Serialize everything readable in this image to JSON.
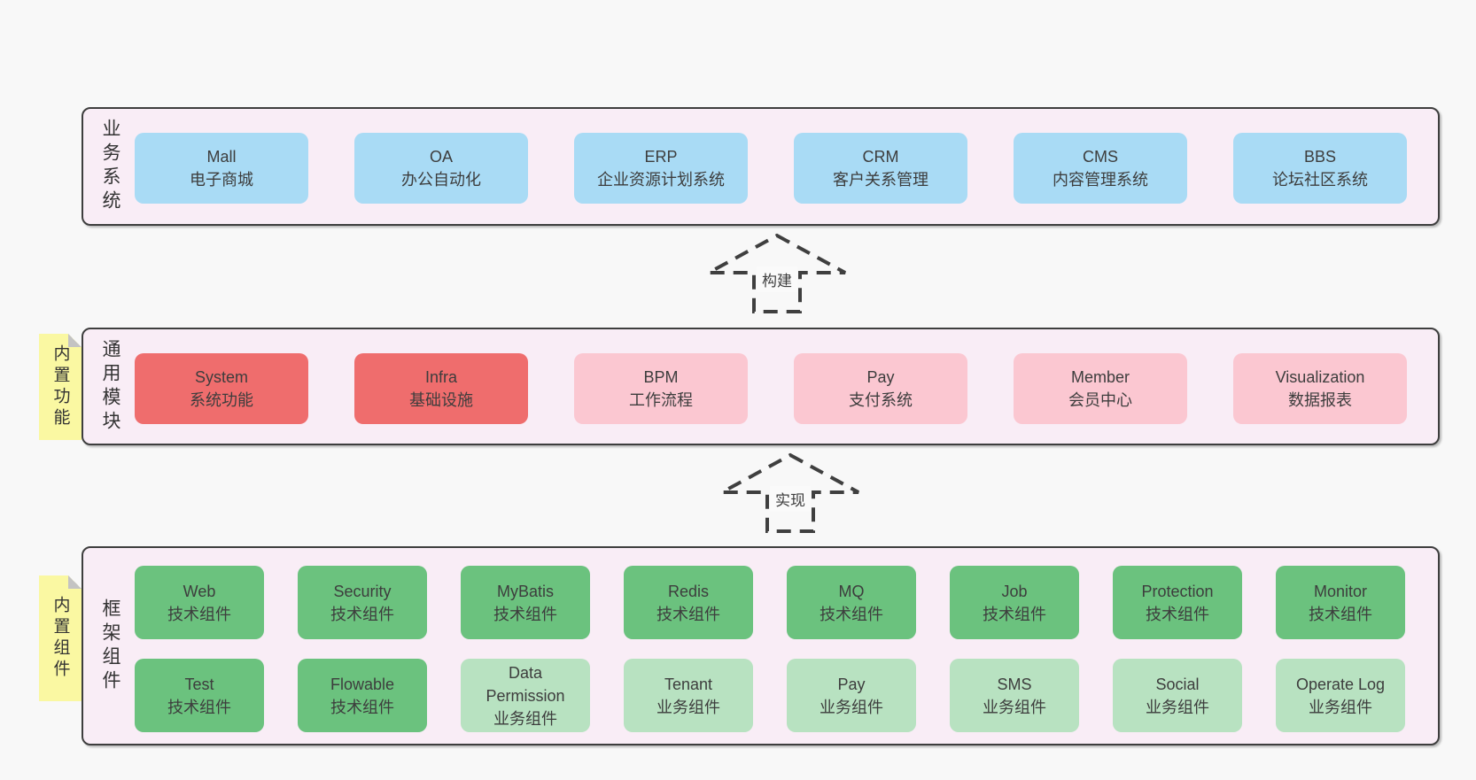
{
  "colors": {
    "page_bg": "#f8f8f8",
    "panel_bg": "#f9edf6",
    "panel_border": "#3e3e3e",
    "business_box": "#a9dbf5",
    "core_module_box": "#ef6d6d",
    "optional_module_box": "#fbc7d1",
    "tech_component_box": "#6bc27e",
    "biz_component_box": "#b8e2c1",
    "note_bg": "#faf8a2",
    "text": "#3d3d3d"
  },
  "notes": {
    "features": {
      "label": "内置功能"
    },
    "components": {
      "label": "内置组件"
    }
  },
  "arrows": {
    "build": {
      "label": "构建"
    },
    "implement": {
      "label": "实现"
    }
  },
  "sections": {
    "business": {
      "label": "业务系统",
      "items": [
        {
          "name": "Mall",
          "desc": "电子商城"
        },
        {
          "name": "OA",
          "desc": "办公自动化"
        },
        {
          "name": "ERP",
          "desc": "企业资源计划系统"
        },
        {
          "name": "CRM",
          "desc": "客户关系管理"
        },
        {
          "name": "CMS",
          "desc": "内容管理系统"
        },
        {
          "name": "BBS",
          "desc": "论坛社区系统"
        }
      ]
    },
    "common": {
      "label": "通用模块",
      "items": [
        {
          "name": "System",
          "desc": "系统功能",
          "variant": "core"
        },
        {
          "name": "Infra",
          "desc": "基础设施",
          "variant": "core"
        },
        {
          "name": "BPM",
          "desc": "工作流程",
          "variant": "optional"
        },
        {
          "name": "Pay",
          "desc": "支付系统",
          "variant": "optional"
        },
        {
          "name": "Member",
          "desc": "会员中心",
          "variant": "optional"
        },
        {
          "name": "Visualization",
          "desc": "数据报表",
          "variant": "optional"
        }
      ]
    },
    "framework": {
      "label": "框架组件",
      "row1": [
        {
          "name": "Web",
          "desc": "技术组件"
        },
        {
          "name": "Security",
          "desc": "技术组件"
        },
        {
          "name": "MyBatis",
          "desc": "技术组件"
        },
        {
          "name": "Redis",
          "desc": "技术组件"
        },
        {
          "name": "MQ",
          "desc": "技术组件"
        },
        {
          "name": "Job",
          "desc": "技术组件"
        },
        {
          "name": "Protection",
          "desc": "技术组件"
        },
        {
          "name": "Monitor",
          "desc": "技术组件"
        }
      ],
      "row2": [
        {
          "name": "Test",
          "desc": "技术组件",
          "variant": "tech"
        },
        {
          "name": "Flowable",
          "desc": "技术组件",
          "variant": "tech"
        },
        {
          "name": "Data Permission",
          "desc": "业务组件",
          "variant": "biz"
        },
        {
          "name": "Tenant",
          "desc": "业务组件",
          "variant": "biz"
        },
        {
          "name": "Pay",
          "desc": "业务组件",
          "variant": "biz"
        },
        {
          "name": "SMS",
          "desc": "业务组件",
          "variant": "biz"
        },
        {
          "name": "Social",
          "desc": "业务组件",
          "variant": "biz"
        },
        {
          "name": "Operate Log",
          "desc": "业务组件",
          "variant": "biz"
        }
      ]
    }
  }
}
